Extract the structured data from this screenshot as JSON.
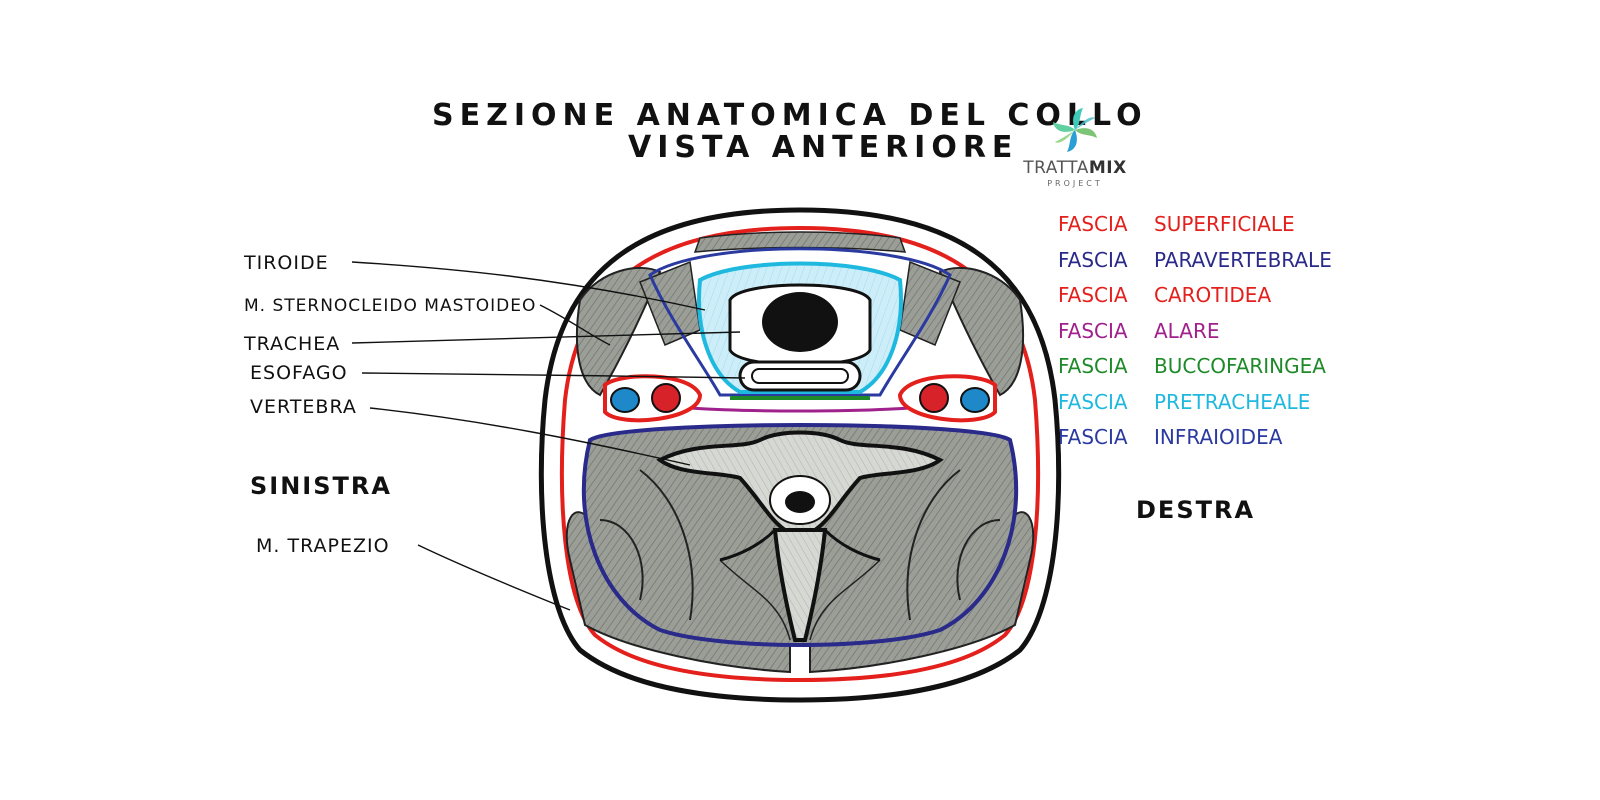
{
  "title": {
    "line1": "SEZIONE ANATOMICA DEL COLLO",
    "line2": "VISTA ANTERIORE"
  },
  "logo": {
    "name_a": "TRATTA",
    "name_b": "MIX",
    "subtitle": "PROJECT",
    "icon": "pinwheel-logo-icon",
    "colors": [
      "#3ec9b8",
      "#7cc576",
      "#2a9fd6"
    ]
  },
  "labels": [
    {
      "id": "tiroide",
      "text": "TIROIDE"
    },
    {
      "id": "sternocleido",
      "text": "M. STERNOCLEIDO MASTOIDEO"
    },
    {
      "id": "trachea",
      "text": "TRACHEA"
    },
    {
      "id": "esofago",
      "text": "ESOFAGO"
    },
    {
      "id": "vertebra",
      "text": "VERTEBRA"
    },
    {
      "id": "trapezio",
      "text": "M. TRAPEZIO"
    }
  ],
  "sides": {
    "left": "SINISTRA",
    "right": "DESTRA"
  },
  "legend": [
    {
      "word1": "FASCIA",
      "word2": "SUPERFICIALE",
      "color": "#e3201b"
    },
    {
      "word1": "FASCIA",
      "word2": "PARAVERTEBRALE",
      "color": "#2a2a8a"
    },
    {
      "word1": "FASCIA",
      "word2": "CAROTIDEA",
      "color": "#e3201b"
    },
    {
      "word1": "FASCIA",
      "word2": "ALARE",
      "color": "#a0208c"
    },
    {
      "word1": "FASCIA",
      "word2": "BUCCOFARINGEA",
      "color": "#1f8a2a"
    },
    {
      "word1": "FASCIA",
      "word2": "PRETRACHEALE",
      "color": "#1fb9e0"
    },
    {
      "word1": "FASCIA",
      "word2": "INFRAIOIDEA",
      "color": "#2a3aa0"
    }
  ],
  "colors": {
    "superficiale": "#e3201b",
    "paravertebrale": "#2a2a8a",
    "pretracheale": "#1fb9e0",
    "pretracheale_fill": "#c9eef8",
    "buccofaringea": "#1f8a2a",
    "alare": "#a0208c",
    "muscle": "#8a8f88",
    "artery": "#d8222a",
    "vein": "#1e88c8"
  }
}
